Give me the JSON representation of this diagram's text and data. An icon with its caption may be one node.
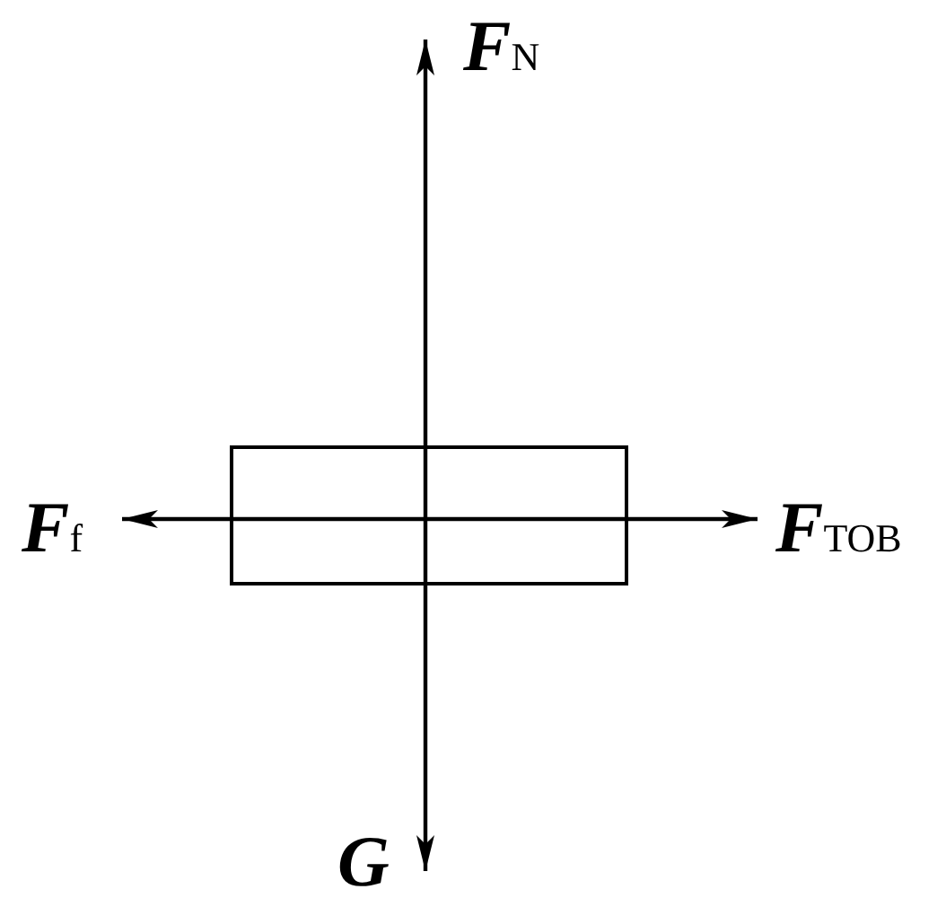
{
  "diagram": {
    "nodes": [
      {
        "text": [],
        "shape": "box"
      }
    ],
    "labels": [
      "F$_{N}$",
      "F$_{f}$",
      "F$_{TOB}$",
      "G"
    ]
  }
}
